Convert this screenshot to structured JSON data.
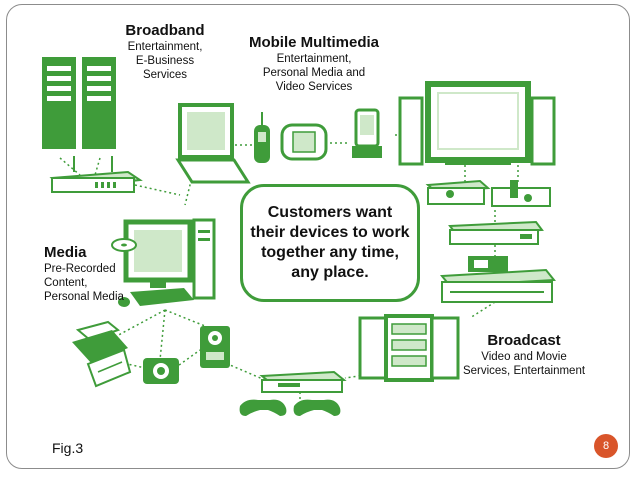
{
  "broadband": {
    "title": "Broadband",
    "desc": [
      "Entertainment,",
      "E-Business",
      "Services"
    ]
  },
  "mobile": {
    "title": "Mobile Multimedia",
    "desc": [
      "Entertainment,",
      "Personal Media and",
      "Video Services"
    ]
  },
  "media": {
    "title": "Media",
    "desc": [
      "Pre-Recorded",
      "Content,",
      "Personal Media"
    ]
  },
  "broadcast": {
    "title": "Broadcast",
    "desc": [
      "Video and Movie",
      "Services, Entertainment"
    ]
  },
  "center_text": [
    "Customers want",
    "their devices to work",
    "together any time,",
    "any place."
  ],
  "figure_label": "Fig.3",
  "page_number": "8",
  "colors": {
    "device_green": "#3f9c3a",
    "light_green": "#cfe8c9",
    "badge": "#d9552a"
  }
}
